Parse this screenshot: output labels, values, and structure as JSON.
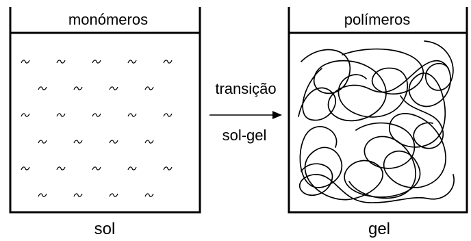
{
  "left_panel": {
    "header": "monómeros",
    "caption": "sol",
    "monomer_rows": [
      5,
      4,
      5,
      4,
      5,
      4
    ]
  },
  "arrow": {
    "top_label": "transição",
    "bottom_label": "sol-gel"
  },
  "right_panel": {
    "header": "polímeros",
    "caption": "gel"
  },
  "colors": {
    "ink": "#000000",
    "background": "#ffffff"
  }
}
